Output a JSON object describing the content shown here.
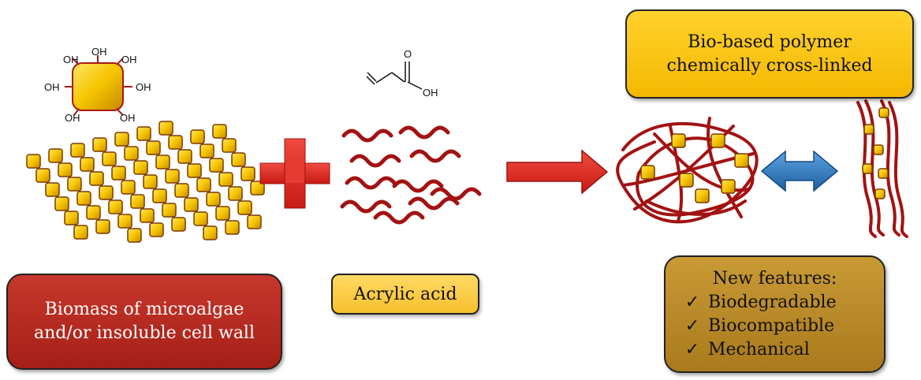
{
  "molecule_labels": {
    "oh": "OH",
    "o": "O"
  },
  "labels": {
    "biomass": "Biomass of microalgae and/or insoluble cell wall",
    "acrylic": "Acrylic acid",
    "polymer": "Bio-based polymer chemically cross-linked",
    "features_title": "New features:",
    "features": [
      "Biodegradable",
      "Biocompatible",
      "Mechanical"
    ],
    "check": "✓"
  },
  "colors": {
    "red_box": "#b52a22",
    "yellow_box": "#f7c531",
    "gold_box": "#b88a2a",
    "cube": "#f5c400",
    "chain": "#a31212",
    "arrow_red": "#e02a24",
    "arrow_blue": "#2f7ec4"
  }
}
